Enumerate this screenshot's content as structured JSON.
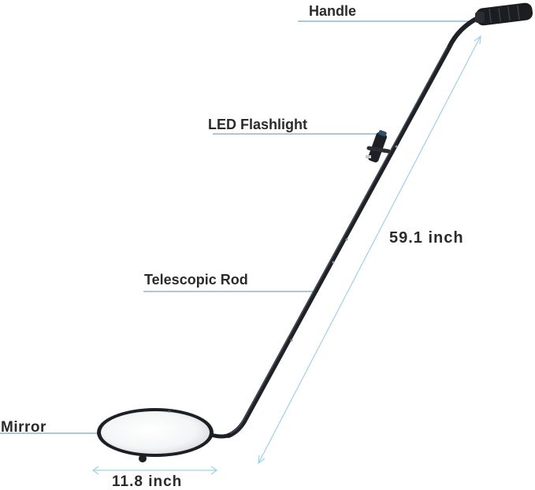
{
  "labels": {
    "handle": "Handle",
    "led_flashlight": "LED Flashlight",
    "telescopic_rod": "Telescopic Rod",
    "mirror": "Mirror"
  },
  "dimensions": {
    "length": "59.1 inch",
    "diameter": "11.8 inch"
  },
  "colors": {
    "leader_line": "#5b8fb0",
    "dimension_line": "#9fd0e8",
    "rod": "#1e2227",
    "label_text": "#2b2b2b"
  }
}
